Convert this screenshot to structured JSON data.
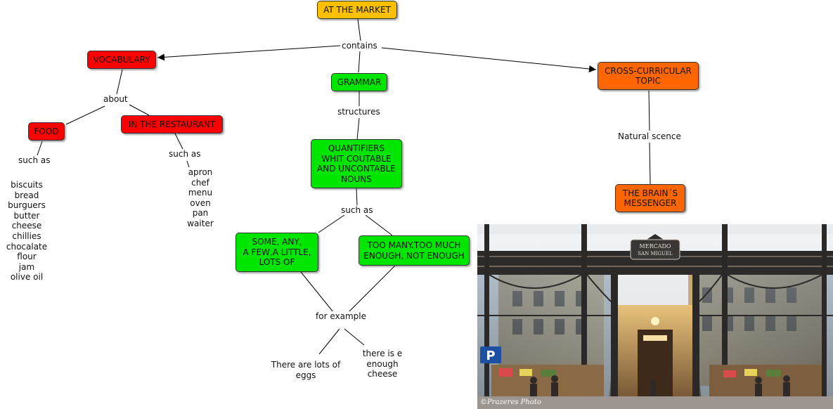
{
  "nodes": {
    "at_the_market": "AT THE MARKET",
    "vocabulary": "VOCABULARY",
    "grammar": "GRAMMAR",
    "cross_curricular": [
      "CROSS-CURRICULAR",
      "TOPIC"
    ],
    "food": "FOOD",
    "in_the_restaurant": "IN THE RESTAURANT",
    "quantifiers": [
      "QUANTIFIERS",
      "WHIT COUTABLE",
      "AND UNCONTABLE",
      "NOUNS"
    ],
    "brains_messenger": [
      "THE BRAIN´S",
      "MESSENGER"
    ],
    "some_any": [
      "SOME, ANY,",
      "A FEW,A LITTLE,",
      "LOTS OF"
    ],
    "too_many": [
      "TOO MANY.TOO MUCH",
      "ENOUGH, NOT ENOUGH"
    ]
  },
  "links": {
    "contains": "contains",
    "about": "about",
    "structures": "structures",
    "natural_science": "Natural scence",
    "such_as_food": "such as",
    "such_as_restaurant": "such as",
    "such_as_quantifiers": "such as",
    "for_example": "for example"
  },
  "lists": {
    "food_items": [
      "biscuits",
      "bread",
      "burguers",
      "butter",
      "cheese",
      "chillies",
      "chocalate",
      "flour",
      "jam",
      "olive oil"
    ],
    "restaurant_items": [
      "apron",
      "chef",
      "menu",
      "oven",
      "pan",
      "waiter"
    ],
    "example_lots": [
      "There are lots of",
      "eggs"
    ],
    "example_enough": [
      "there is e",
      "enough",
      "cheese"
    ]
  },
  "photo": {
    "sign_text": [
      "MERCADO",
      "SAN MIGUEL"
    ],
    "parking_sign": "P",
    "credit": "©Prazeres Photo"
  },
  "colors": {
    "yellow": "#ffc000",
    "red": "#ff0000",
    "green": "#00e600",
    "orange": "#ff6600"
  }
}
